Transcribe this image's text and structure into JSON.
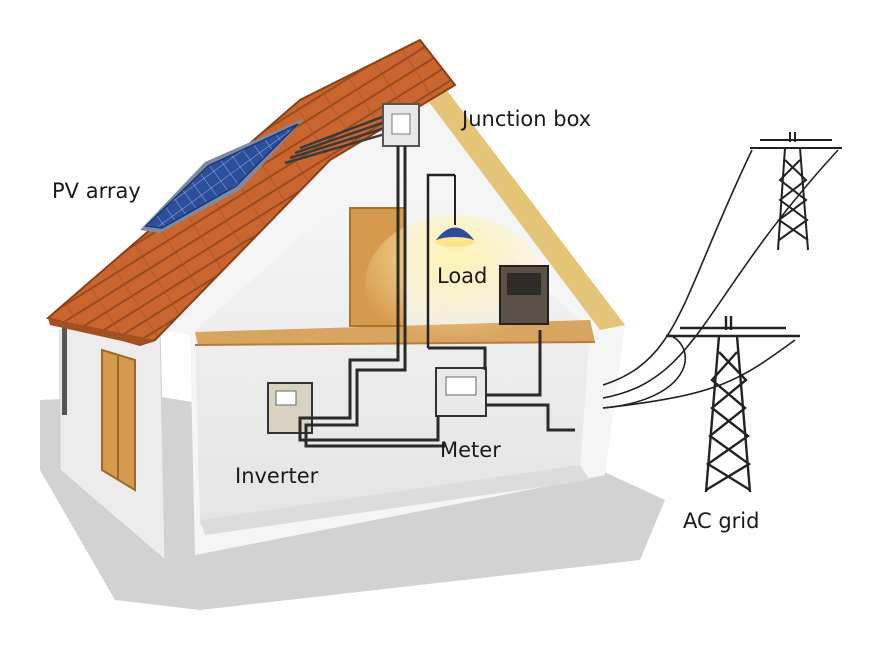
{
  "labels": {
    "pv_array": "PV array",
    "junction_box": "Junction box",
    "load": "Load",
    "inverter": "Inverter",
    "meter": "Meter",
    "ac_grid": "AC grid"
  },
  "colors": {
    "roof_tile": "#c9662f",
    "roof_tile_dark": "#a44f22",
    "gable_edge": "#e2c06a",
    "wall": "#f4f4f4",
    "wall_shade": "#e2e2e2",
    "shadow": "#cfcfcf",
    "solar_panel": "#2c4f9c",
    "wood": "#d69a4f",
    "wire": "#222222",
    "lamp": "#2d4aa0",
    "lamp_glow": "#ffe58a",
    "text": "#1a1a1a"
  }
}
